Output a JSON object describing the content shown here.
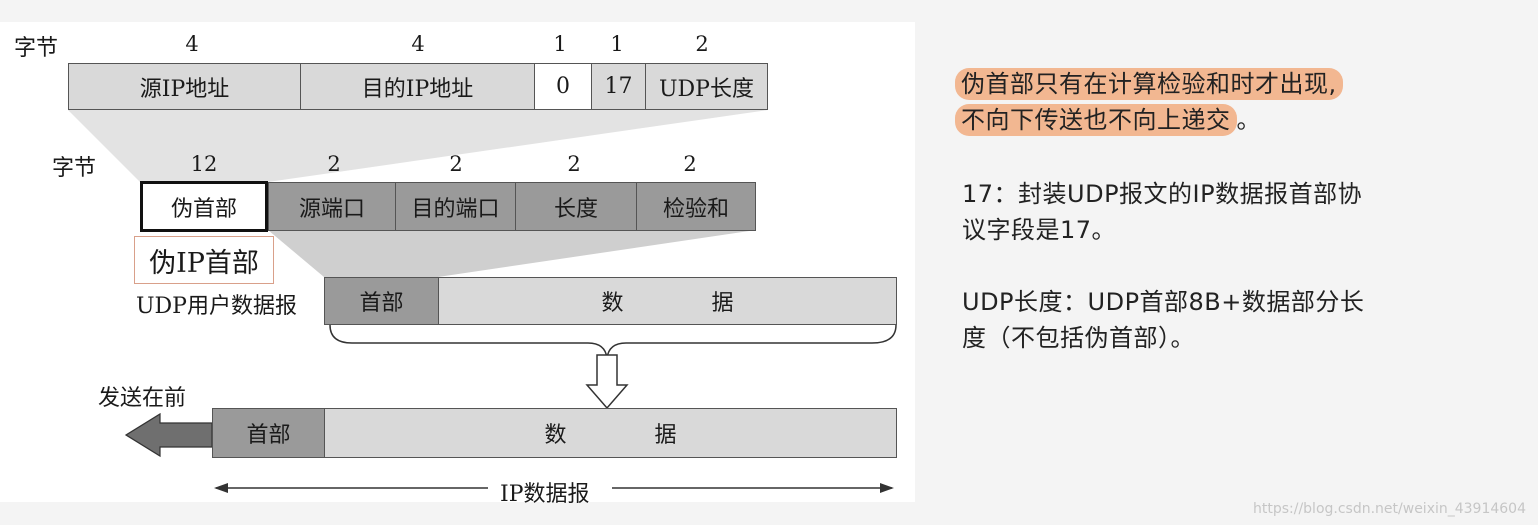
{
  "diagram": {
    "byte_label": "字节",
    "ip_header": {
      "sizes": [
        "4",
        "4",
        "1",
        "1",
        "2"
      ],
      "fields": [
        "源IP地址",
        "目的IP地址",
        "0",
        "17",
        "UDP长度"
      ]
    },
    "udp_header": {
      "sizes": [
        "12",
        "2",
        "2",
        "2",
        "2"
      ],
      "fields": [
        "伪首部",
        "源端口",
        "目的端口",
        "长度",
        "检验和"
      ]
    },
    "pseudo_ip_note": "伪IP首部",
    "udp_datagram": {
      "label": "UDP用户数据报",
      "header": "首部",
      "data": "数　　　　据"
    },
    "ip_datagram": {
      "send_first": "发送在前",
      "header": "首部",
      "data": "数　　　　据",
      "label": "IP数据报"
    }
  },
  "notes": {
    "n1_line1": "伪首部只有在计算检验和时才出现,",
    "n1_line2": "不向下传送也不向上递交",
    "n1_tail": "。",
    "n2_line1": "17：封装UDP报文的IP数据报首部协",
    "n2_line2": "议字段是17。",
    "n3_line1": "UDP长度：UDP首部8B+数据部分长",
    "n3_line2": "度（不包括伪首部）。"
  },
  "watermark": "https://blog.csdn.net/weixin_43914604",
  "colors": {
    "highlight": "#f2b791",
    "light_gray": "#d9d9d9",
    "dark_gray": "#9a9a9a"
  }
}
